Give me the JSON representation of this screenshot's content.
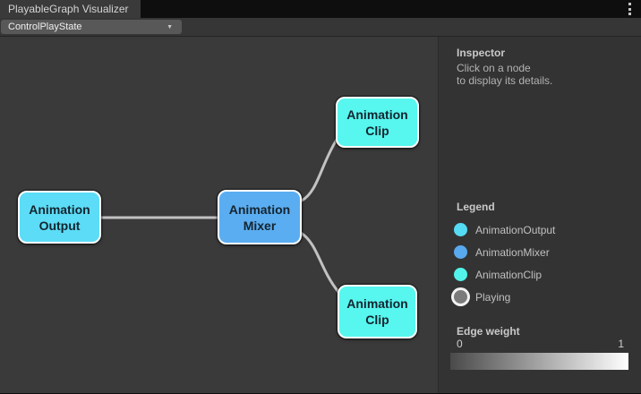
{
  "window": {
    "tab_title": "PlayableGraph Visualizer"
  },
  "icons": {
    "chevron_down": "▼"
  },
  "toolbar": {
    "graph_dropdown_value": "ControlPlayState"
  },
  "graph": {
    "edge_color": "#c2c2c2",
    "nodes": [
      {
        "id": "animation-output",
        "line1": "Animation",
        "line2": "Output",
        "color": "#5cdcf6"
      },
      {
        "id": "animation-mixer",
        "line1": "Animation",
        "line2": "Mixer",
        "color": "#5badf1"
      },
      {
        "id": "animation-clip-top",
        "line1": "Animation",
        "line2": "Clip",
        "color": "#57f6ee"
      },
      {
        "id": "animation-clip-bottom",
        "line1": "Animation",
        "line2": "Clip",
        "color": "#57f6ee"
      }
    ]
  },
  "inspector": {
    "title": "Inspector",
    "hint_line1": "Click on a node",
    "hint_line2": "to display its details."
  },
  "legend": {
    "title": "Legend",
    "items": [
      {
        "label": "AnimationOutput",
        "color": "#55dbf4"
      },
      {
        "label": "AnimationMixer",
        "color": "#59a9ef"
      },
      {
        "label": "AnimationClip",
        "color": "#52f3ea"
      },
      {
        "label": "Playing",
        "color": "#7b7b7b"
      }
    ]
  },
  "edge_weight": {
    "title": "Edge weight",
    "min_label": "0",
    "max_label": "1",
    "gradient_css": "linear-gradient(to right, #4a4a4a, #ffffff)"
  }
}
